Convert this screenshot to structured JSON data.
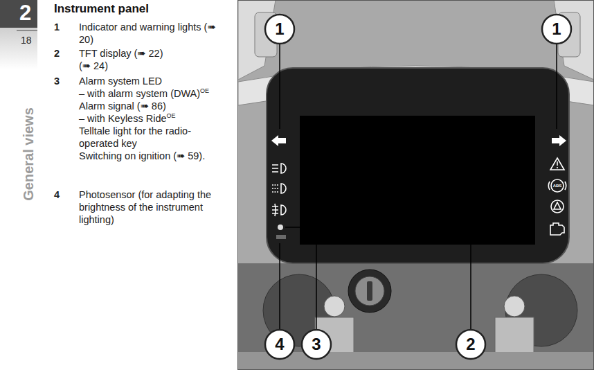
{
  "diagram": {
    "title": "Instrument panel",
    "labels": [
      "2",
      "18",
      "General views",
      "1",
      "Indicator and warning lights (➠ 20)",
      "2",
      "TFT display (➠ 22)",
      "(➠ 24)",
      "3",
      "Alarm system LED",
      "– with alarm system (DWA)",
      "OE",
      "Alarm signal (➠ 86)",
      "– with Keyless Ride",
      "OE",
      "Telltale light for the radio-operated key",
      "Switching on ignition (➠ 59).",
      "4",
      "Photosensor (for adapting the brightness of the instrument lighting)",
      "1",
      "1",
      "4",
      "3",
      "2",
      "ABS"
    ]
  }
}
